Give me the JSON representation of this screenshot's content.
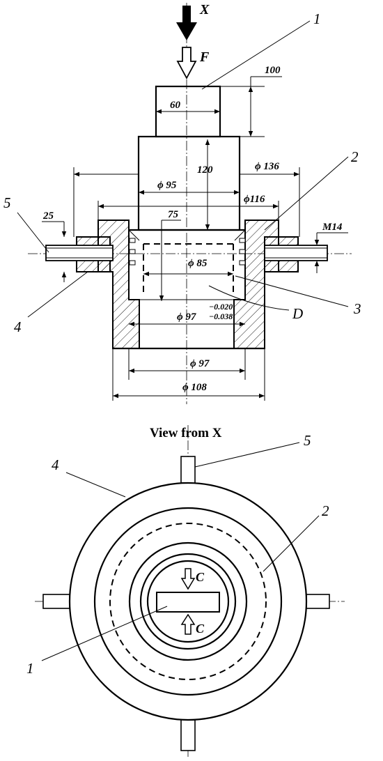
{
  "front_view": {
    "arrow_x": "X",
    "force": "F",
    "dims": {
      "d60": "60",
      "d100": "100",
      "d120": "120",
      "d136": "ϕ 136",
      "d95": "ϕ 95",
      "d116": "ϕ116",
      "d75": "75",
      "d25": "25",
      "m14": "M14",
      "d85": "ϕ 85",
      "d97fit": "ϕ 97",
      "tol_upper": "−0.020",
      "tol_lower": "−0.038",
      "d97": "ϕ 97",
      "d108": "ϕ 108"
    },
    "labels": {
      "p1": "1",
      "p2": "2",
      "p3": "3",
      "p4": "4",
      "p5": "5",
      "pD": "D"
    }
  },
  "plan_view": {
    "title": "View from X",
    "labels": {
      "p1": "1",
      "p2": "2",
      "p4": "4",
      "p5": "5",
      "c_top": "C",
      "c_bottom": "C"
    }
  }
}
